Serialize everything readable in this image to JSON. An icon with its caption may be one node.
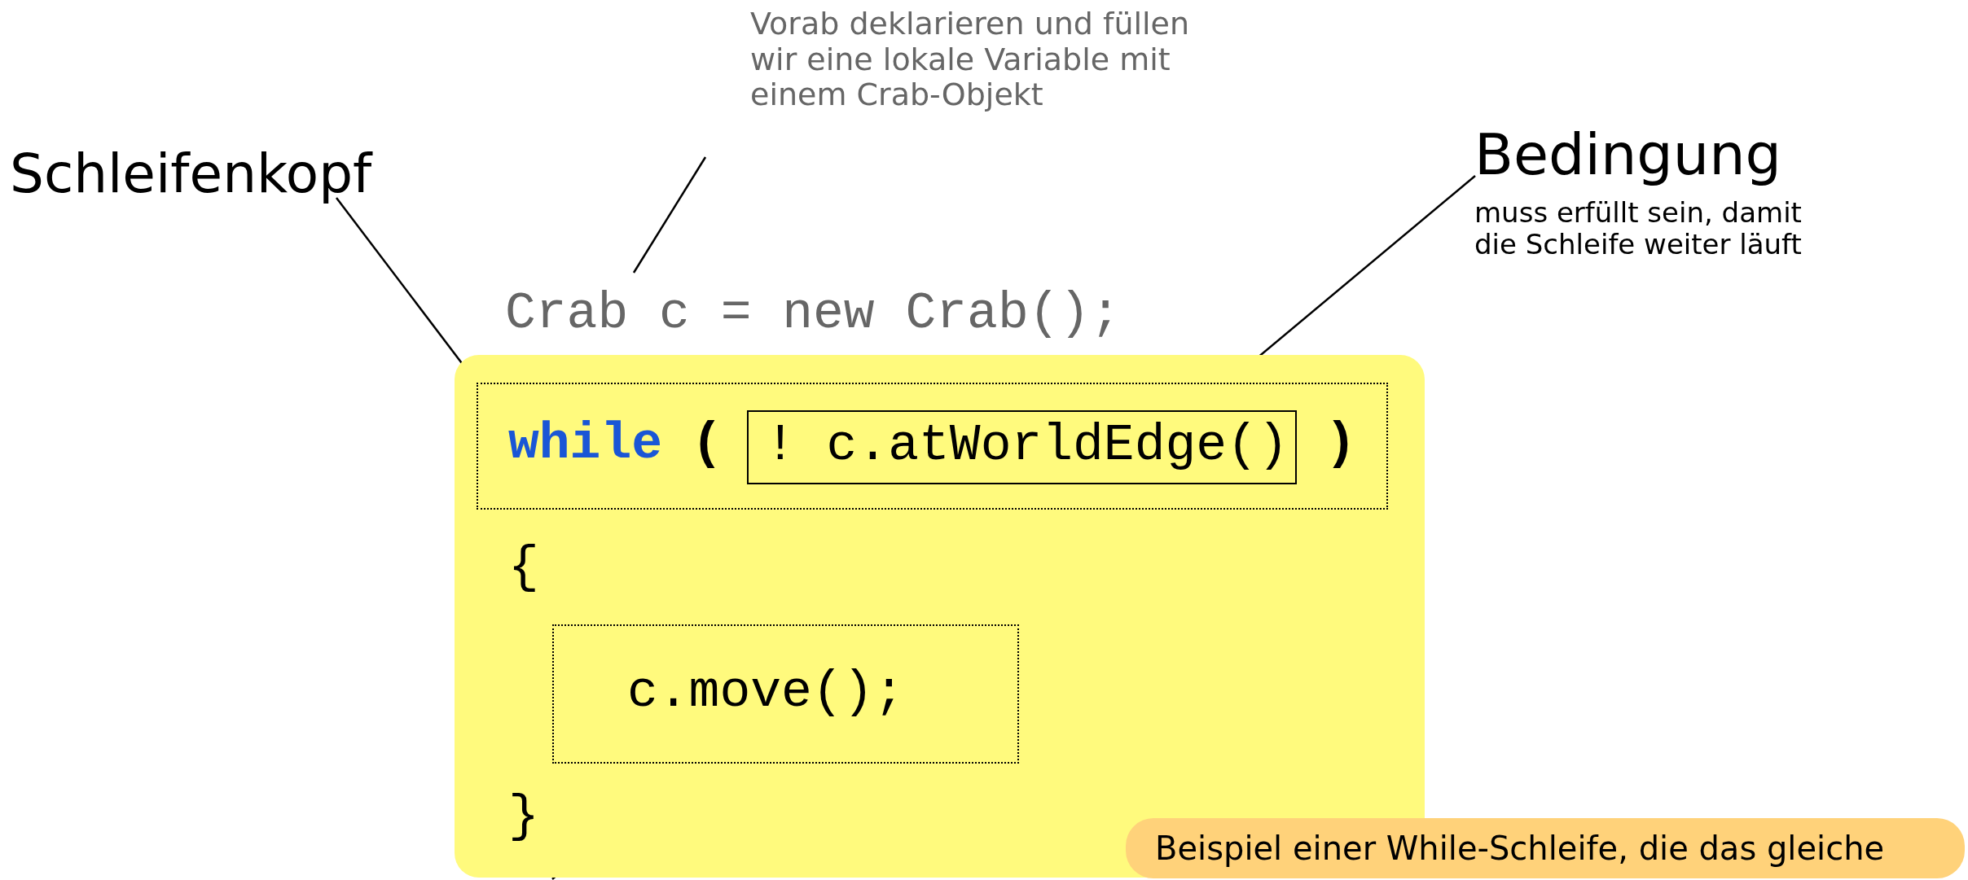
{
  "diagram": {
    "nodes": [
      {
        "text": [
          "Vorab deklarieren und füllen wir eine lokale Variable mit einem Crab-Objekt"
        ]
      },
      {
        "text": [
          "Crab c = new Crab();"
        ]
      },
      {
        "text": [
          "Schleifenkopf"
        ]
      },
      {
        "text": [
          "Bedingung",
          "muss erfüllt sein, damit die Schleife weiter läuft"
        ]
      },
      {
        "text": [
          "{",
          "}"
        ]
      },
      {
        "text": [
          "while",
          "(",
          ")"
        ],
        "in": 4
      },
      {
        "text": [
          "! c.atWorldEdge()"
        ],
        "in": 5
      },
      {
        "text": [
          "c.move();"
        ],
        "in": 4
      },
      {
        "text": [
          "Beispiel einer While-Schleife, die das gleiche"
        ]
      }
    ],
    "edges": [
      {
        "from": 0,
        "to": 1,
        "arrow": "none"
      },
      {
        "from": 2,
        "to": 5,
        "arrow": "none"
      },
      {
        "from": 3,
        "to": 5,
        "arrow": "none"
      },
      {
        "from": 7,
        "to": null,
        "arrow": "none"
      }
    ]
  }
}
